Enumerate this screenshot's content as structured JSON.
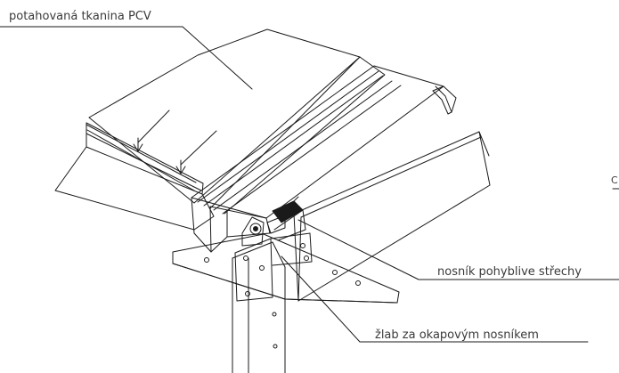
{
  "labels": {
    "fabric": "potahovaná tkanina PCV",
    "beam": "nosník pohyblive střechy",
    "gutter": "žlab za okapovým nosníkem",
    "edge_fragment": "C"
  },
  "colors": {
    "line": "#1a1a1a",
    "text": "#3a3a3a",
    "background": "#ffffff"
  }
}
